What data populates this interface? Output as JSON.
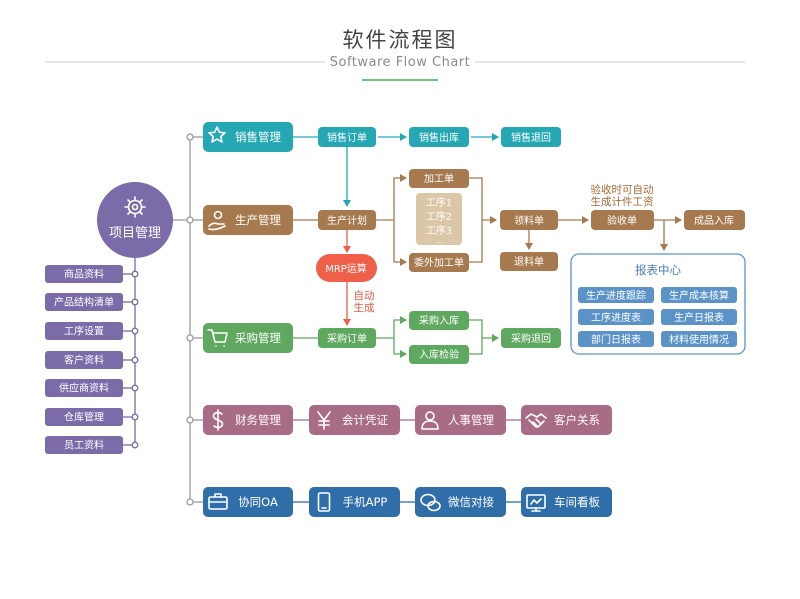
{
  "title": "软件流程图",
  "subtitle": "Software Flow Chart",
  "center": {
    "label": "项目管理",
    "icon": "gear-icon"
  },
  "left_list": [
    "商品资料",
    "产品结构清单",
    "工序设置",
    "客户资料",
    "供应商资料",
    "仓库管理",
    "员工资料"
  ],
  "sales": {
    "label": "销售管理",
    "icon": "star-icon",
    "steps": [
      "销售订单",
      "销售出库",
      "销售退回"
    ]
  },
  "production": {
    "label": "生产管理",
    "icon": "hand-gear-icon",
    "plan": "生产计划",
    "process_order": "加工单",
    "processes": [
      "工序1",
      "工序2",
      "工序3",
      "..."
    ],
    "outsource": "委外加工单",
    "material_pick": "领料单",
    "material_return": "退料单",
    "inspection": "验收单",
    "inspection_note": [
      "验收时可自动",
      "生成计件工资"
    ],
    "finished": "成品入库",
    "mrp": "MRP运算",
    "auto_note": [
      "自动",
      "生成"
    ]
  },
  "report_center": {
    "title": "报表中心",
    "items": [
      "生产进度跟踪",
      "生产成本核算",
      "工序进度表",
      "生产日报表",
      "部门日报表",
      "材料使用情况"
    ]
  },
  "purchase": {
    "label": "采购管理",
    "icon": "cart-icon",
    "order": "采购订单",
    "inbound": "采购入库",
    "check": "入库检验",
    "return": "采购退回"
  },
  "row4": [
    {
      "label": "财务管理",
      "icon": "dollar-icon"
    },
    {
      "label": "会计凭证",
      "icon": "yen-icon"
    },
    {
      "label": "人事管理",
      "icon": "person-icon"
    },
    {
      "label": "客户关系",
      "icon": "handshake-icon"
    }
  ],
  "row5": [
    {
      "label": "协同OA",
      "icon": "briefcase-icon"
    },
    {
      "label": "手机APP",
      "icon": "phone-icon"
    },
    {
      "label": "微信对接",
      "icon": "wechat-icon"
    },
    {
      "label": "车间看板",
      "icon": "board-icon"
    }
  ],
  "colors": {
    "teal": "#26a8b4",
    "brown": "#a67a4e",
    "green": "#5fa85f",
    "mauve": "#a86c86",
    "blue": "#2f6ea8",
    "purple": "#7b6ba8",
    "mrp": "#ef5f4a",
    "report_blue": "#5b93c8",
    "process_box": "#dcc6a8",
    "line": "#9a9a9a"
  }
}
